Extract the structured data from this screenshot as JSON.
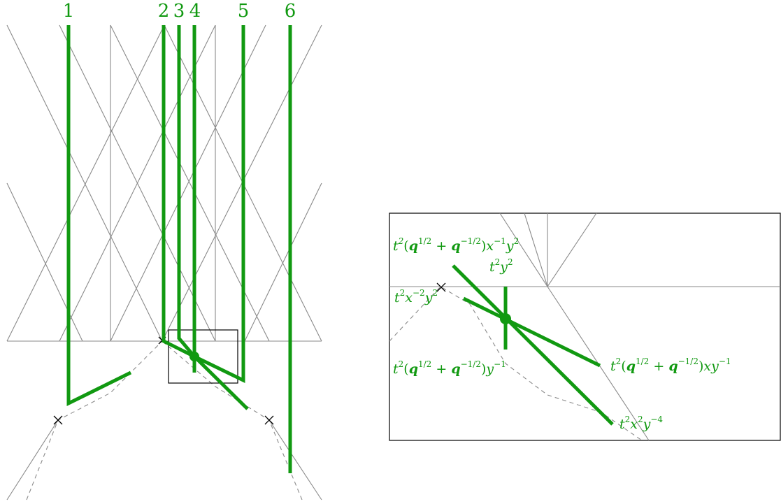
{
  "colors": {
    "green": "#119911",
    "grey": "#8a8a8a",
    "black": "#000000"
  },
  "labels": {
    "n1": "1",
    "n2": "2",
    "n3": "3",
    "n4": "4",
    "n5": "5",
    "n6": "6"
  },
  "terms": {
    "t_inv_x_y2": {
      "pre": "t",
      "e1": "2",
      "open": "(",
      "q1": "q",
      "e2": "1/2",
      "plus": " + ",
      "q2": "q",
      "e3": "−1/2",
      "close": ")",
      "v1": "x",
      "e4": "−1",
      "v2": "y",
      "e5": "2"
    },
    "t_y2": {
      "t": "t",
      "e1": "2",
      "y": "y",
      "e2": "2"
    },
    "t_x_neg2_y2": {
      "t": "t",
      "e1": "2",
      "x": "x",
      "e2": "−2",
      "y": "y",
      "e3": "2"
    },
    "t_y_inv": {
      "pre": "t",
      "e1": "2",
      "open": "(",
      "q1": "q",
      "e2": "1/2",
      "plus": " + ",
      "q2": "q",
      "e3": "−1/2",
      "close": ")",
      "v1": "y",
      "e4": "−1"
    },
    "t_xy_inv": {
      "pre": "t",
      "e1": "2",
      "open": "(",
      "q1": "q",
      "e2": "1/2",
      "plus": " + ",
      "q2": "q",
      "e3": "−1/2",
      "close": ")",
      "v1": "xy",
      "e4": "−1"
    },
    "t_x2_y_neg4": {
      "t": "t",
      "e1": "2",
      "x": "x",
      "e2": "2",
      "y": "y",
      "e3": "−4"
    }
  }
}
